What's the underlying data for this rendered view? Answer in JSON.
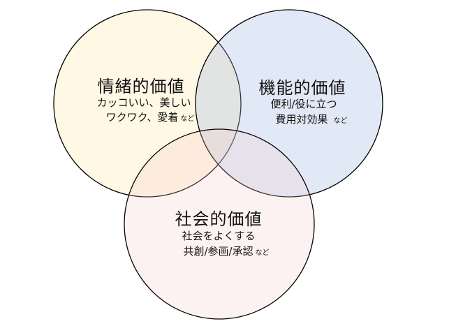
{
  "circles": {
    "emotional": {
      "title": "情緒的価値",
      "line1": "カッコいい、美しい",
      "line2": "ワクワク、愛着",
      "suffix": "など",
      "color": "#fff5e0"
    },
    "functional": {
      "title": "機能的価値",
      "line1": "便利/役に立つ",
      "line2": "費用対効果",
      "suffix": "など",
      "color": "#e3e9f5"
    },
    "social": {
      "title": "社会的価値",
      "line1": "社会をよくする",
      "line2": "共創/参画/承認",
      "suffix": "など",
      "color": "#fcf0f0"
    }
  }
}
